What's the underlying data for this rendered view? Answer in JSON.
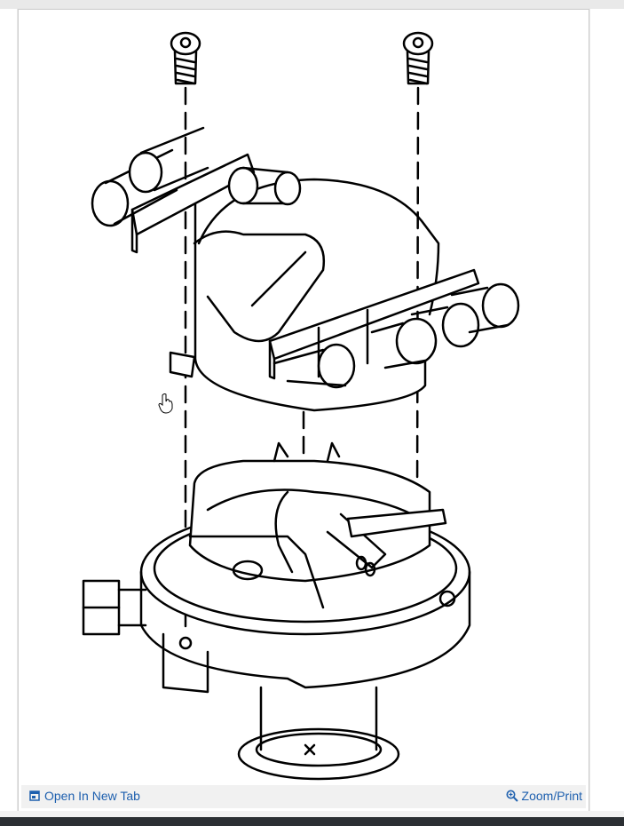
{
  "toolbar": {
    "open_tab_label": "Open In New Tab",
    "open_tab_icon": "open-new-tab-icon",
    "zoom_label": "Zoom/Print",
    "zoom_icon": "zoom-icon"
  },
  "image": {
    "alt": "distributor-cap-exploded-diagram"
  },
  "colors": {
    "link": "#1d5fae",
    "toolbar_bg": "#f1f1f1",
    "line_art": "#000000"
  }
}
